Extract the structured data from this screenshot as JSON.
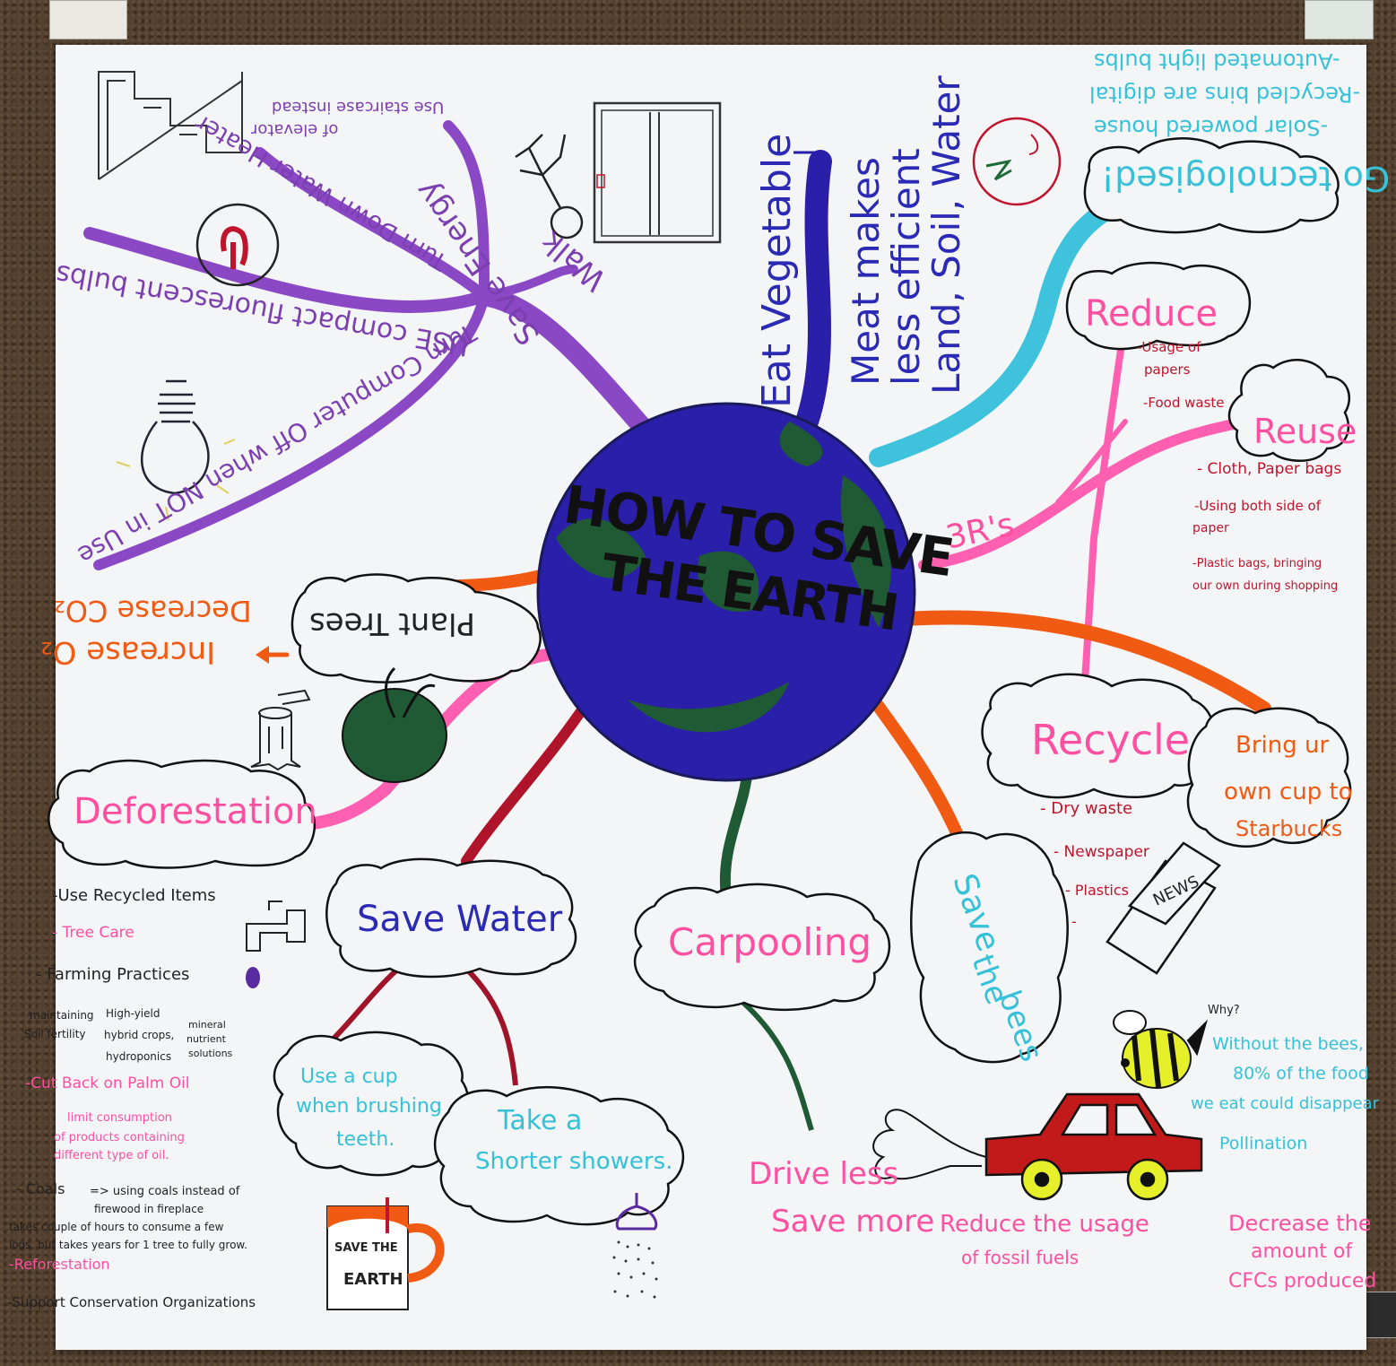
{
  "title": [
    "HOW TO SAVE",
    "THE EARTH"
  ],
  "top_center": {
    "eat": "Eat Vegetable",
    "meat": "Meat makes",
    "less": "less efficient",
    "land": "Land, Soil, Water"
  },
  "tech": {
    "cloud": "Go tecnologised!",
    "items": [
      "-Solar powered house",
      "-Recycled bins are digital",
      "-Automated light bulbs"
    ]
  },
  "three_r": {
    "label": "3R's",
    "reduce": "Reduce",
    "reduce_items": [
      "-Usage of",
      "papers",
      "-Food waste"
    ],
    "reuse": "Reuse",
    "reuse_items": [
      "- Cloth, Paper bags",
      "-Using both side of",
      "paper",
      "-Plastic bags, bringing",
      "our own during shopping"
    ],
    "recycle": "Recycle",
    "recycle_items": [
      "- Dry waste",
      "- Newspaper",
      "- Plastics",
      "-"
    ],
    "bring": [
      "Bring ur",
      "own cup to",
      "Starbucks"
    ]
  },
  "energy": {
    "save": "Save Energy",
    "walk": "Walk",
    "cfl": "USE compact fluorescent bulbs",
    "heater": "Turn Down Water Heater",
    "computer": "Turn Computer Off when NOT in Use",
    "stairs": [
      "Use staircase instead",
      "of elevator"
    ]
  },
  "trees": {
    "plant": "Plant Trees",
    "increase": "Increase O₂",
    "decrease": "Decrease CO₂"
  },
  "deforestation": {
    "label": "Deforestation",
    "items": [
      "-Use Recycled Items",
      "- Tree Care",
      "- Farming Practices",
      "maintaining",
      "Soil fertility",
      "High-yield",
      "hybrid crops,",
      "hydroponics",
      "mineral",
      "nutrient",
      "solutions",
      "-Cut Back on Palm Oil",
      "limit consumption",
      "of products containing",
      "different type of oil.",
      "- Coals",
      "=> using coals instead of",
      "firewood in fireplace",
      "takes couple of hours to consume a few",
      "logs, but takes years for 1 tree to fully grow.",
      "-Reforestation",
      "-Support Conservation Organizations"
    ]
  },
  "water": {
    "label": "Save Water",
    "cup": [
      "Use a cup",
      "when brushing",
      "teeth."
    ],
    "shower": [
      "Take a",
      "Shorter showers."
    ],
    "mug": [
      "SAVE THE",
      "EARTH"
    ]
  },
  "carpool": {
    "label": "Carpooling",
    "drive": [
      "Drive less",
      "Save more"
    ],
    "reduce": [
      "Reduce the usage",
      "of fossil fuels"
    ],
    "decrease": [
      "Decrease the",
      "amount of",
      "CFCs produced"
    ]
  },
  "bees": {
    "label": [
      "Save",
      "the",
      "bees"
    ],
    "why": "Why?",
    "without": [
      "Without the bees,",
      "80% of the food",
      "we eat could disappear"
    ],
    "pollination": "Pollination",
    "news": "NEWS"
  },
  "colors": {
    "earth_blue": "#2a1fa8",
    "earth_green": "#1f5a35",
    "purple": "#7b3fb0",
    "pink": "#ff4fa0",
    "orange": "#f05a12",
    "cyan": "#35c1d8",
    "red": "#c0142c",
    "car": "#c21a1a"
  }
}
